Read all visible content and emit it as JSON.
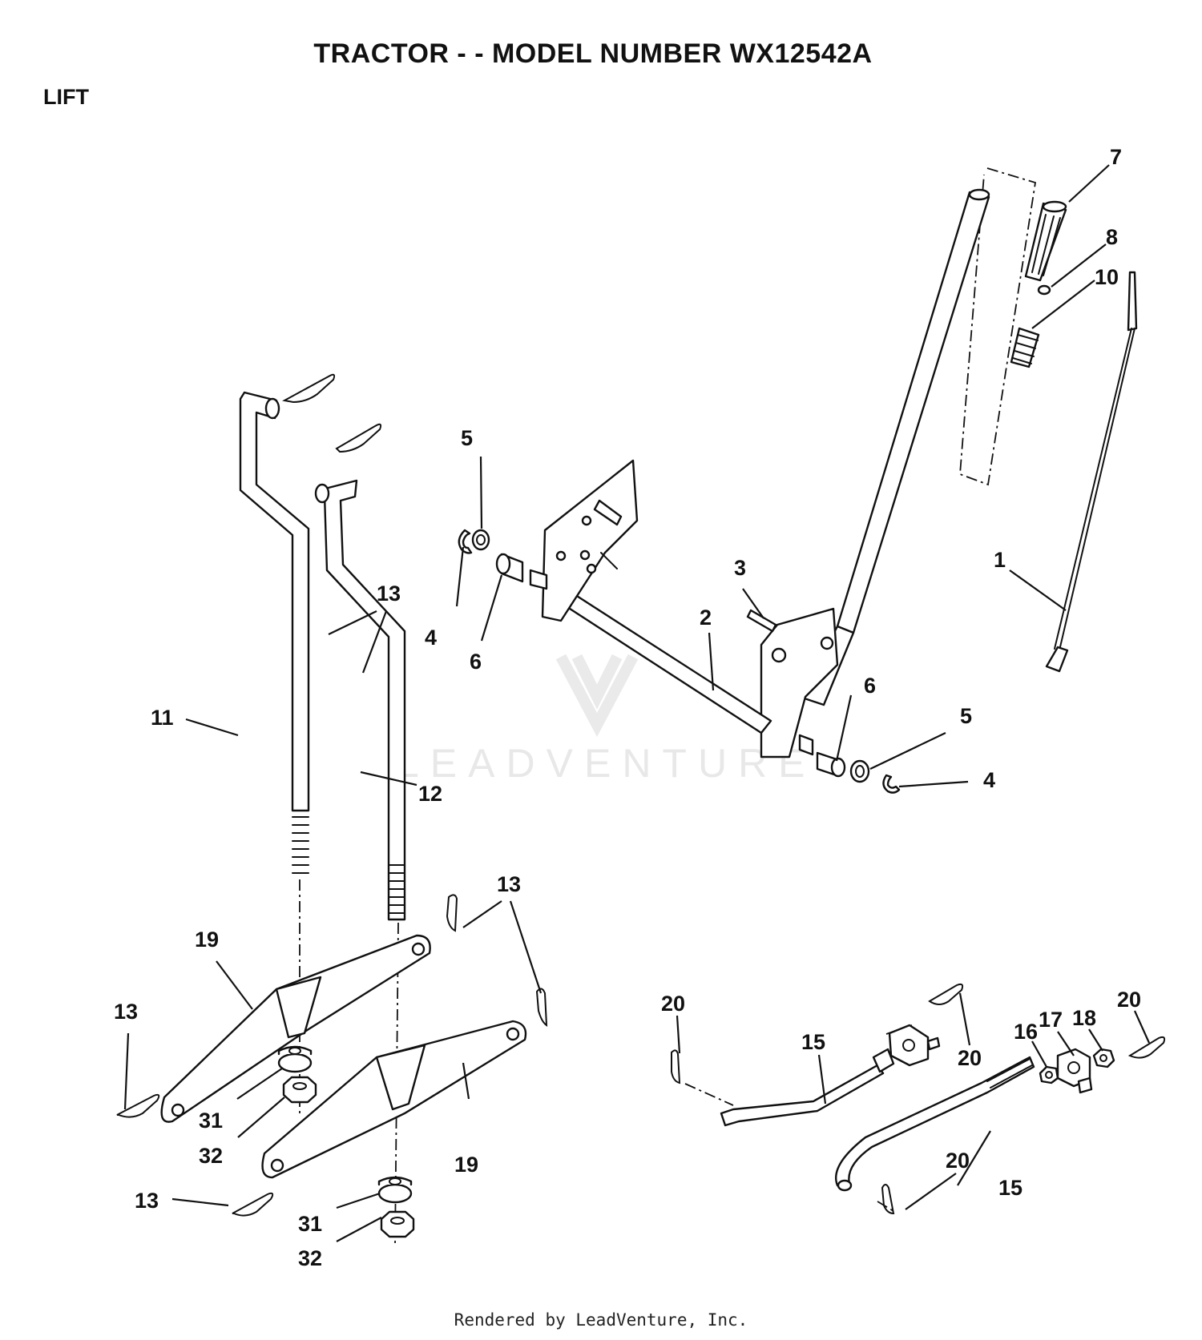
{
  "header": {
    "title": "TRACTOR - - MODEL NUMBER WX12542A",
    "section": "LIFT"
  },
  "watermark": {
    "text": "LEADVENTURE"
  },
  "footer": {
    "text": "Rendered by LeadVenture, Inc."
  },
  "callouts": {
    "c1": "1",
    "c2": "2",
    "c3": "3",
    "c4a": "4",
    "c4b": "4",
    "c5a": "5",
    "c5b": "5",
    "c6a": "6",
    "c6b": "6",
    "c7": "7",
    "c8": "8",
    "c10": "10",
    "c11": "11",
    "c12": "12",
    "c13a": "13",
    "c13b": "13",
    "c13c": "13",
    "c13d": "13",
    "c15a": "15",
    "c15b": "15",
    "c16": "16",
    "c17": "17",
    "c18": "18",
    "c19a": "19",
    "c19b": "19",
    "c20a": "20",
    "c20b": "20",
    "c20c": "20",
    "c20d": "20",
    "c31a": "31",
    "c31b": "31",
    "c32a": "32",
    "c32b": "32"
  }
}
